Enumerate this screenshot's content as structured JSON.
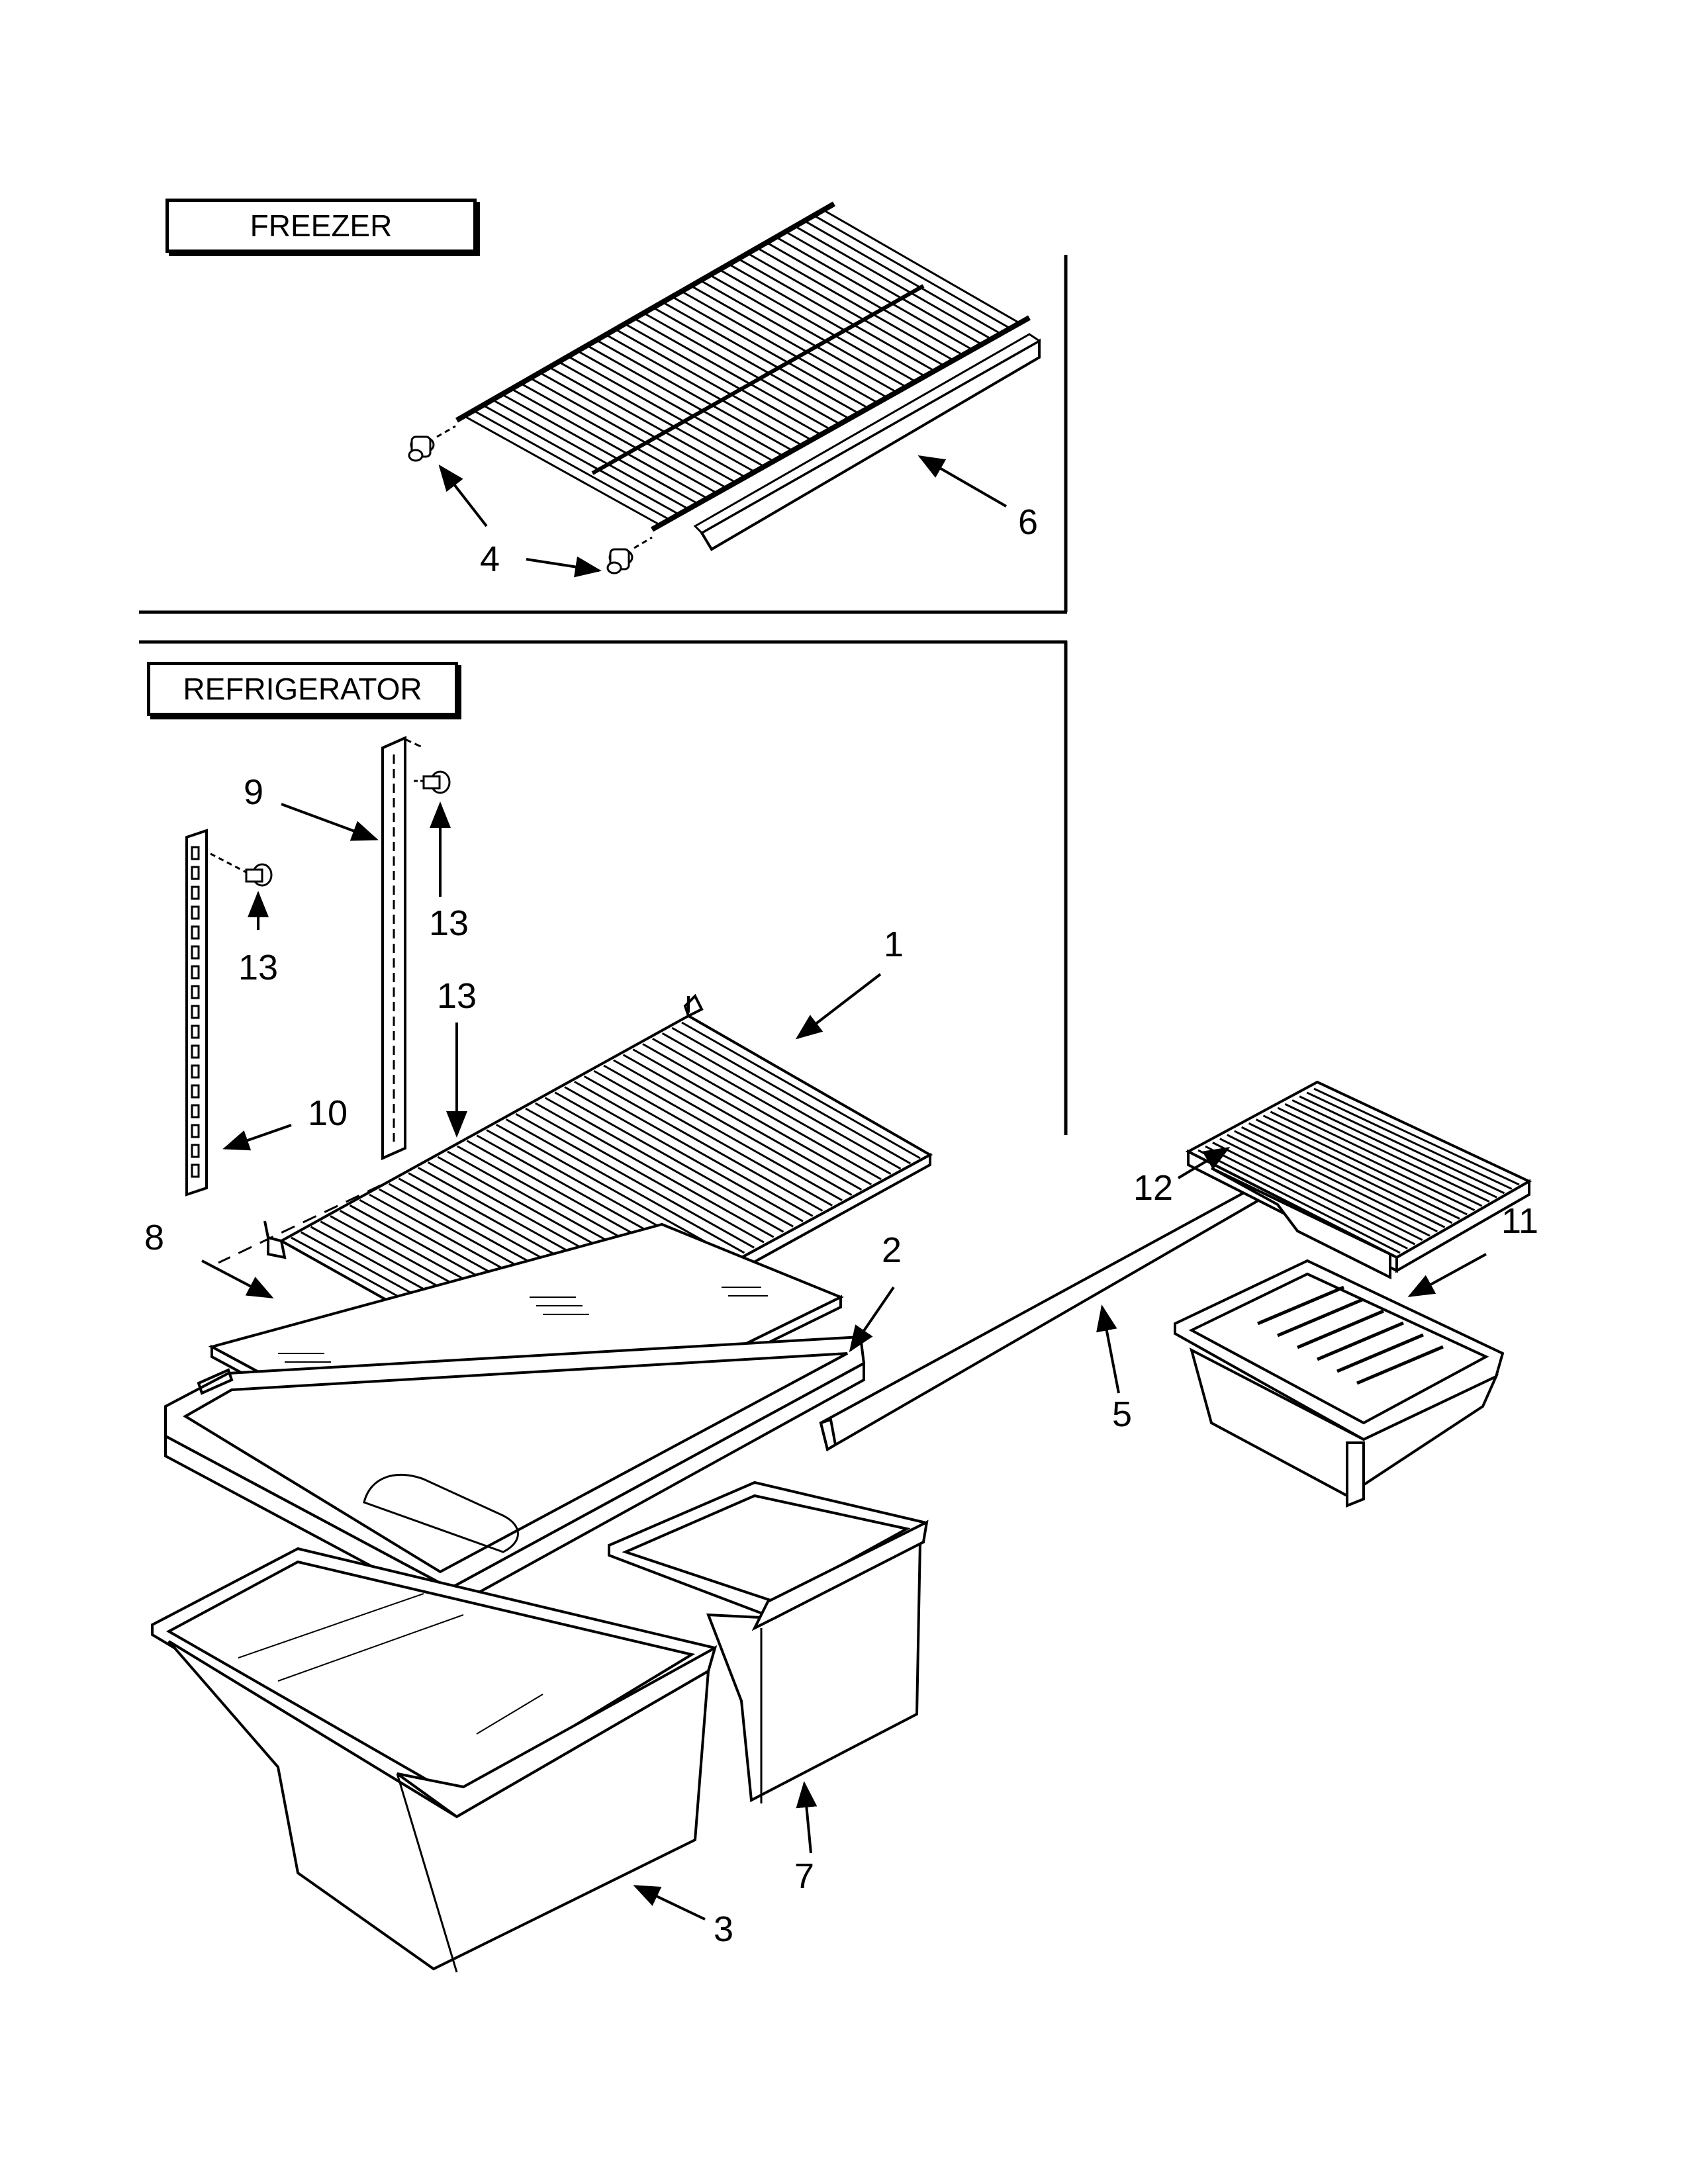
{
  "sections": {
    "freezer": "FREEZER",
    "refrigerator": "REFRIGERATOR"
  },
  "callouts": {
    "c1": "1",
    "c2": "2",
    "c3": "3",
    "c4": "4",
    "c5": "5",
    "c6": "6",
    "c7": "7",
    "c8": "8",
    "c9": "9",
    "c10": "10",
    "c11": "11",
    "c12": "12",
    "c13a": "13",
    "c13b": "13",
    "c13c": "13"
  }
}
